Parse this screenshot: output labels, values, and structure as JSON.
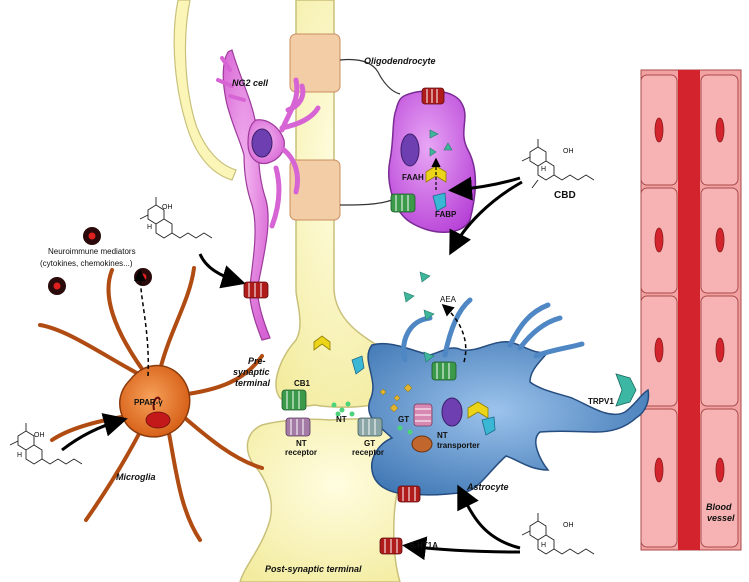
{
  "labels": {
    "oligodendrocyte": "Oligodendrocyte",
    "ng2_cell": "NG2 cell",
    "neuroimmune": "Neuroimmune mediators",
    "cytokines": "(cytokines, chemokines...)",
    "faah": "FAAH",
    "fabp": "FABP",
    "cbd_top": "CBD",
    "aea": "AEA",
    "ppar": "PPAR-γ",
    "microglia": "Microglia",
    "presynaptic_1": "Pre-",
    "presynaptic_2": "synaptic",
    "presynaptic_3": "terminal",
    "cb1": "CB1",
    "nt": "NT",
    "gt": "GT",
    "nt_receptor_1": "NT",
    "nt_receptor_2": "receptor",
    "gt_receptor_1": "GT",
    "gt_receptor_2": "receptor",
    "nt_transporter_1": "NT",
    "nt_transporter_2": "transporter",
    "astrocyte": "Astrocyte",
    "trpv1": "TRPV1",
    "blood_1": "Blood",
    "blood_2": "vessel",
    "ht1a": "5-HT1A",
    "postsynaptic": "Post-synaptic  terminal"
  },
  "molecule": {
    "oh": "OH",
    "h": "H"
  },
  "colors": {
    "neuron": "#fbf6b8",
    "neuron_stroke": "#c9c07a",
    "ng2": "#e47ae0",
    "oligo": "#cc55e6",
    "astro": "#5b90c9",
    "micro": "#e2671a",
    "vessel": "#f29a9a",
    "vessel_core": "#d3232d",
    "cb1": "#3a9a4a",
    "receptor_red": "#b01c1c",
    "myelin": "#f2cda6"
  }
}
